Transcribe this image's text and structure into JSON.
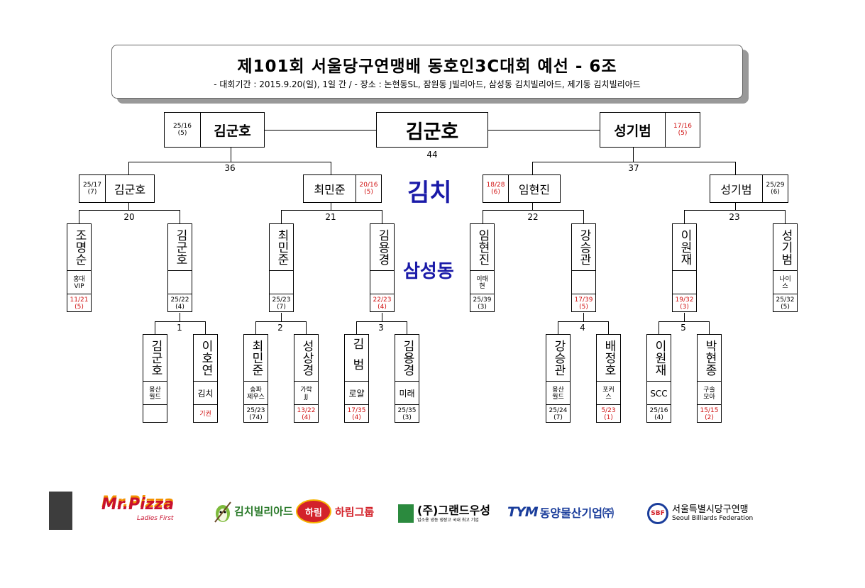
{
  "header": {
    "title": "제101회 서울당구연맹배 동호인3C대회 예선 - 6조",
    "subtitle": "- 대회기간 : 2015.9.20(일), 1일 간 / - 장소 : 논현동SL, 잠원동 J빌리아드, 삼성동 김치빌리아드, 제기동 김치빌리아드"
  },
  "venues": {
    "top": "김치",
    "middle": "삼성동"
  },
  "final": {
    "winner": "김군호",
    "match_no": "44",
    "left": {
      "name": "김군호",
      "score": "25/16",
      "innings": "(5)"
    },
    "right": {
      "name": "성기범",
      "score": "17/16",
      "innings": "(5)"
    }
  },
  "semis": {
    "left_no": "36",
    "right_no": "37",
    "p1": {
      "name": "김군호",
      "score": "25/17",
      "innings": "(7)"
    },
    "p2": {
      "name": "최민준",
      "score": "20/16",
      "innings": "(5)"
    },
    "p3": {
      "name": "임현진",
      "score": "18/28",
      "innings": "(6)"
    },
    "p4": {
      "name": "성기범",
      "score": "25/29",
      "innings": "(6)"
    }
  },
  "quarters": {
    "m20": "20",
    "m21": "21",
    "m22": "22",
    "m23": "23",
    "players": [
      {
        "name": "조명순",
        "club": "홍대\nVIP",
        "score": "11/21",
        "innings": "(5)"
      },
      {
        "name": "김군호",
        "club": "",
        "score": "25/22",
        "innings": "(4)"
      },
      {
        "name": "최민준",
        "club": "",
        "score": "25/23",
        "innings": "(7)"
      },
      {
        "name": "김용경",
        "club": "",
        "score": "22/23",
        "innings": "(4)"
      },
      {
        "name": "임현진",
        "club": "이태\n현",
        "score": "25/39",
        "innings": "(3)"
      },
      {
        "name": "강승관",
        "club": "",
        "score": "17/39",
        "innings": "(5)"
      },
      {
        "name": "이원재",
        "club": "",
        "score": "19/32",
        "innings": "(3)"
      },
      {
        "name": "성기범",
        "club": "나이\n스",
        "score": "25/32",
        "innings": "(5)"
      }
    ]
  },
  "round1": {
    "m1": "1",
    "m2": "2",
    "m3": "3",
    "m4": "4",
    "m5": "5",
    "players": [
      {
        "name": "김군호",
        "club": "용산\n월드",
        "score": "",
        "innings": ""
      },
      {
        "name": "이호연",
        "club": "김치",
        "score": "기권",
        "innings": ""
      },
      {
        "name": "최민준",
        "club": "송파\n제우스",
        "score": "25/23",
        "innings": "(74)"
      },
      {
        "name": "성상경",
        "club": "가락\nJJ",
        "score": "13/22",
        "innings": "(4)"
      },
      {
        "name": "김범",
        "club": "로얄",
        "score": "17/35",
        "innings": "(4)"
      },
      {
        "name": "김용경",
        "club": "미래",
        "score": "25/35",
        "innings": "(3)"
      },
      {
        "name": "강승관",
        "club": "용산\n월드",
        "score": "25/24",
        "innings": "(7)"
      },
      {
        "name": "배정호",
        "club": "포커\n스",
        "score": "5/23",
        "innings": "(1)"
      },
      {
        "name": "이원재",
        "club": "SCC",
        "score": "25/16",
        "innings": "(4)"
      },
      {
        "name": "박현종",
        "club": "구솔\n모아",
        "score": "15/15",
        "innings": "(2)"
      }
    ]
  },
  "sponsors": {
    "mrpizza": "Mr.Pizza",
    "mrpizza_tag": "Ladies First",
    "kimchi": "김치빌리아드",
    "harim_badge": "하림",
    "harim": "하림그룹",
    "grand": "(주)그랜드우성",
    "grand_tag": "업소용 냉동 냉장고 국내 최고 기업",
    "ty_mark": "TYM",
    "ty": "동양물산기업㈜",
    "sbf_badge": "SBF",
    "sbf_kr": "서울특별시당구연맹",
    "sbf_en": "Seoul Billiards Federation"
  },
  "colors": {
    "venue": "#1a1aa8",
    "loser_score": "#d01010",
    "pizza_red": "#c8102e",
    "pizza_orange": "#f39200"
  }
}
